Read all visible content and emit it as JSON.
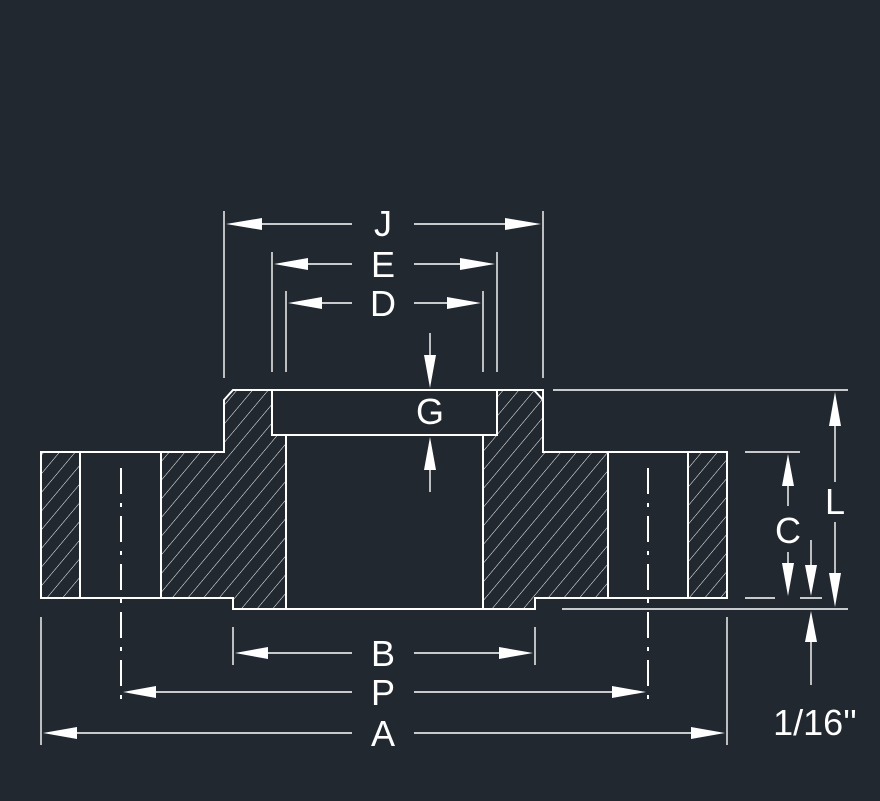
{
  "colors": {
    "background": "#212830",
    "line": "#ffffff"
  },
  "labels": {
    "J": "J",
    "E": "E",
    "D": "D",
    "G": "G",
    "L": "L",
    "C": "C",
    "B": "B",
    "P": "P",
    "A": "A",
    "raised_face": "1/16''"
  }
}
